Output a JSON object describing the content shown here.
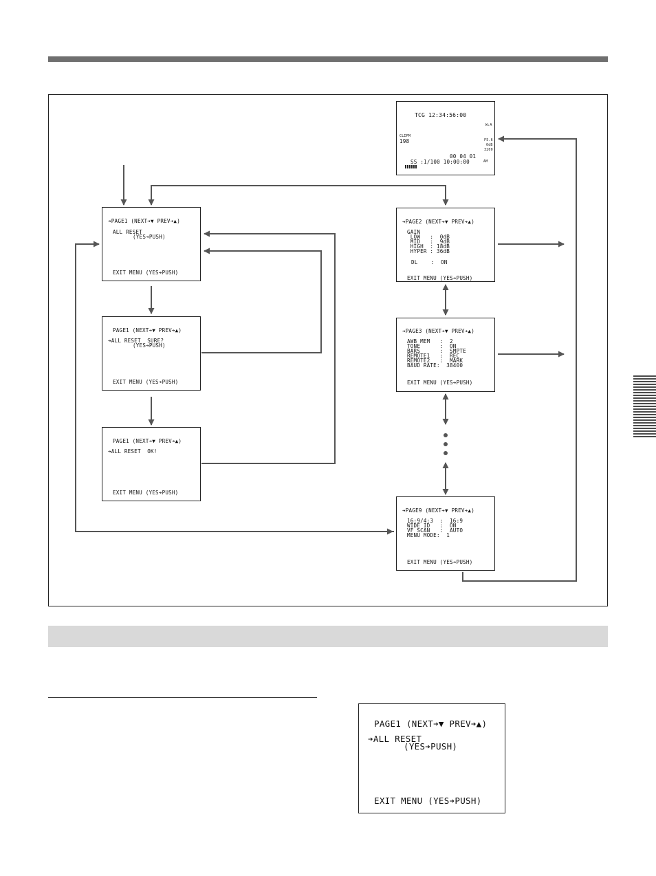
{
  "screens": {
    "status": {
      "tcg": "TCG 12:34:56:00",
      "wa": "W:A",
      "clip": "CLIPM",
      "clip_num": "198",
      "fstop": "F5.6",
      "gain": "0dB",
      "temp": "3200",
      "ub": "00 04 01",
      "shutter_tc": "SS :1/100 10:00:00",
      "am": "AM"
    },
    "page1_a": {
      "header": "➔PAGE1 (NEXT➔▼ PREV➔▲)",
      "item": "ALL RESET",
      "sub": "(YES➔PUSH)",
      "exit": "EXIT MENU (YES➔PUSH)"
    },
    "page1_b": {
      "header": "PAGE1 (NEXT➔▼ PREV➔▲)",
      "item": "➔ALL RESET  SURE?",
      "sub": "(YES➔PUSH)",
      "exit": "EXIT MENU (YES➔PUSH)"
    },
    "page1_c": {
      "header": "PAGE1 (NEXT➔▼ PREV➔▲)",
      "item": "➔ALL RESET  OK!",
      "exit": "EXIT MENU (YES➔PUSH)"
    },
    "page2": {
      "header": "➔PAGE2 (NEXT➔▼ PREV➔▲)",
      "lines": [
        "GAIN",
        " LOW   :  0dB",
        " MID   :  9dB",
        " HIGH  : 18dB",
        " HYPER : 36dB",
        "",
        "DL    :  ON"
      ],
      "exit": "EXIT MENU (YES➔PUSH)"
    },
    "page3": {
      "header": "➔PAGE3 (NEXT➔▼ PREV➔▲)",
      "lines": [
        "AWB MEM   :  2",
        "TONE      :  ON",
        "BARS      :  SMPTE",
        "REMOTE1   :  REC",
        "REMOTE2   :  MARK",
        "BAUD RATE:  38400"
      ],
      "exit": "EXIT MENU (YES➔PUSH)"
    },
    "page9": {
      "header": "➔PAGE9 (NEXT➔▼ PREV➔▲)",
      "lines": [
        "16:9/4:3  :  16:9",
        "WIDE ID   :  ON",
        "VF SCAN   :  AUTO",
        "MENU MODE:  1"
      ],
      "exit": "EXIT MENU (YES➔PUSH)"
    },
    "page1_large": {
      "header": "PAGE1 (NEXT➔▼ PREV➔▲)",
      "item": "➔ALL RESET",
      "sub": "(YES➔PUSH)",
      "exit": "EXIT MENU (YES➔PUSH)"
    }
  },
  "colors": {
    "rule": "#6f6f6f",
    "section_bar": "#d9d9d9",
    "arrow": "#555555"
  }
}
